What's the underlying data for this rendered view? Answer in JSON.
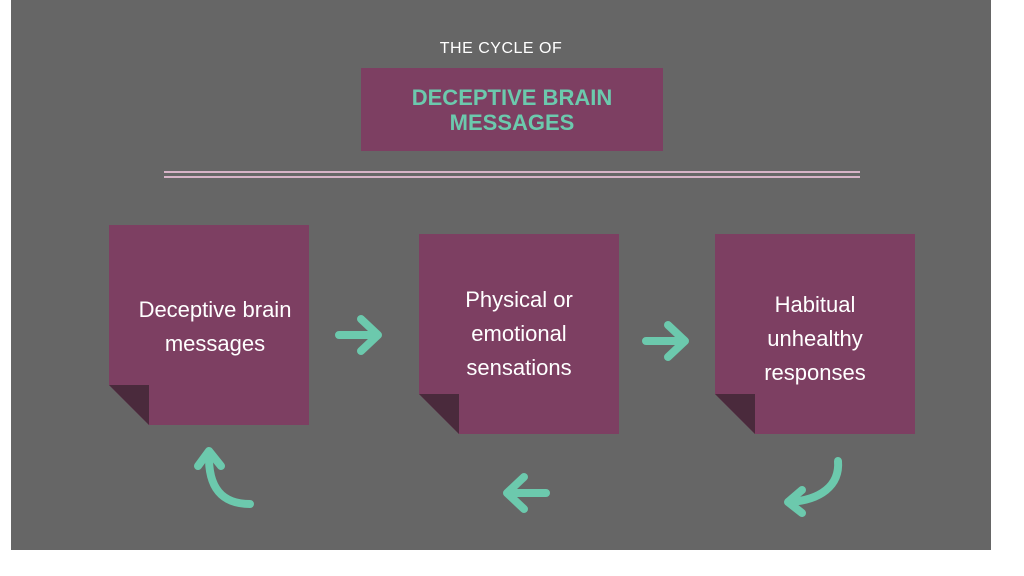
{
  "header": {
    "subtitle": "THE CYCLE OF",
    "title": "DECEPTIVE BRAIN MESSAGES"
  },
  "steps": [
    {
      "label": "Deceptive brain messages"
    },
    {
      "label": "Physical or emotional sensations"
    },
    {
      "label": "Habitual unhealthy responses"
    }
  ],
  "colors": {
    "background": "#666666",
    "box": "#7d3f62",
    "box_fold": "#4a2a3c",
    "accent": "#6cc9ad",
    "divider": "#d7b3c7",
    "text": "#ffffff"
  },
  "icons": {
    "forward": "arrow-right-icon",
    "back": "arrow-left-icon",
    "curve_down": "curved-arrow-down-left-icon",
    "curve_up": "curved-arrow-up-icon"
  }
}
